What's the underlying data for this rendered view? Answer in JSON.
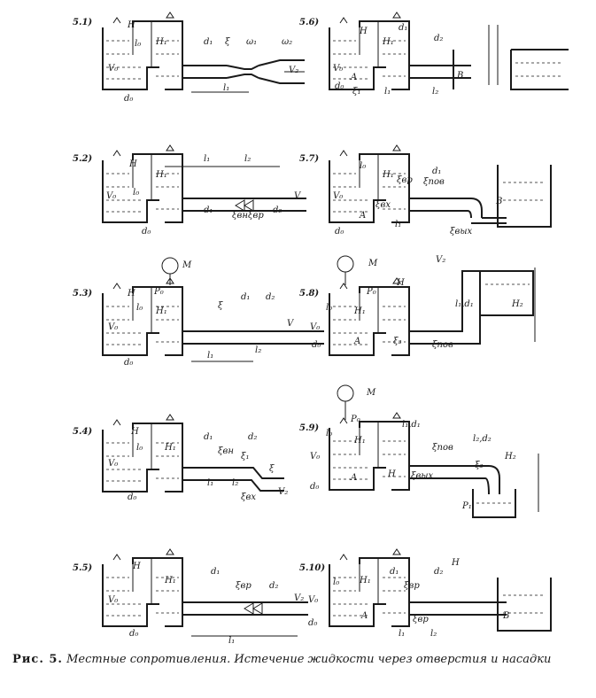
{
  "caption": {
    "prefix": "Рис. 5.",
    "text": "Местные сопротивления. Истечение жидкости через отверстия и насадки"
  },
  "panels": [
    {
      "id": "5.1",
      "label": "5.1)",
      "labels": [
        "H",
        "l₀",
        "H₁",
        "V₀",
        "d₀",
        "d₁",
        "ξ",
        "ω₁",
        "ω₂",
        "V₂",
        "l₁"
      ]
    },
    {
      "id": "5.6",
      "label": "5.6)",
      "labels": [
        "H",
        "H₁",
        "V₀",
        "d₀",
        "d₁",
        "d₂",
        "A",
        "B",
        "ξ₁",
        "l₁",
        "l₂"
      ]
    },
    {
      "id": "5.2",
      "label": "5.2)",
      "labels": [
        "H",
        "H₁",
        "l₀",
        "l₁",
        "l₂",
        "V₀",
        "d₀",
        "d₁",
        "d₂",
        "ξвн",
        "ξвр",
        "V"
      ]
    },
    {
      "id": "5.7",
      "label": "5.7)",
      "labels": [
        "l₀",
        "H₁",
        "V₀",
        "d₀",
        "d₁",
        "ξвр",
        "ξпов",
        "ξвх",
        "A",
        "B",
        "l₁",
        "ξвых"
      ]
    },
    {
      "id": "5.3",
      "label": "5.3)",
      "labels": [
        "M",
        "P₀",
        "H",
        "l₀",
        "H₁",
        "V₀",
        "d₀",
        "ξ",
        "d₁",
        "d₂",
        "l₁",
        "l₂",
        "V"
      ]
    },
    {
      "id": "5.8",
      "label": "5.8)",
      "labels": [
        "M",
        "P₀",
        "H",
        "l₀",
        "H₁",
        "V₀",
        "d₀",
        "A",
        "ξ₃",
        "ξпов",
        "V₂",
        "l₁,d₁",
        "H₂"
      ]
    },
    {
      "id": "5.4",
      "label": "5.4)",
      "labels": [
        "H",
        "l₀",
        "H₁",
        "V₀",
        "d₀",
        "d₁",
        "d₂",
        "ξвн",
        "ξ₁",
        "ξ",
        "l₁",
        "l₂",
        "ξвх",
        "V₂"
      ]
    },
    {
      "id": "5.9",
      "label": "5.9)",
      "labels": [
        "M",
        "P₀",
        "l₀",
        "H₁",
        "V₀",
        "d₀",
        "A",
        "H",
        "l₁,d₁",
        "ξпов",
        "l₂,d₂",
        "ξвых",
        "ξ₃",
        "H₂",
        "P₁"
      ]
    },
    {
      "id": "5.5",
      "label": "5.5)",
      "labels": [
        "H",
        "H₁",
        "V₀",
        "d₀",
        "d₁",
        "ξвр",
        "d₂",
        "l₁",
        "V₂"
      ]
    },
    {
      "id": "5.10",
      "label": "5.10)",
      "labels": [
        "l₀",
        "H₁",
        "V₀",
        "d₀",
        "A",
        "d₁",
        "ξвр",
        "d₂",
        "H",
        "ξвр",
        "l₁",
        "l₂",
        "B"
      ]
    }
  ]
}
